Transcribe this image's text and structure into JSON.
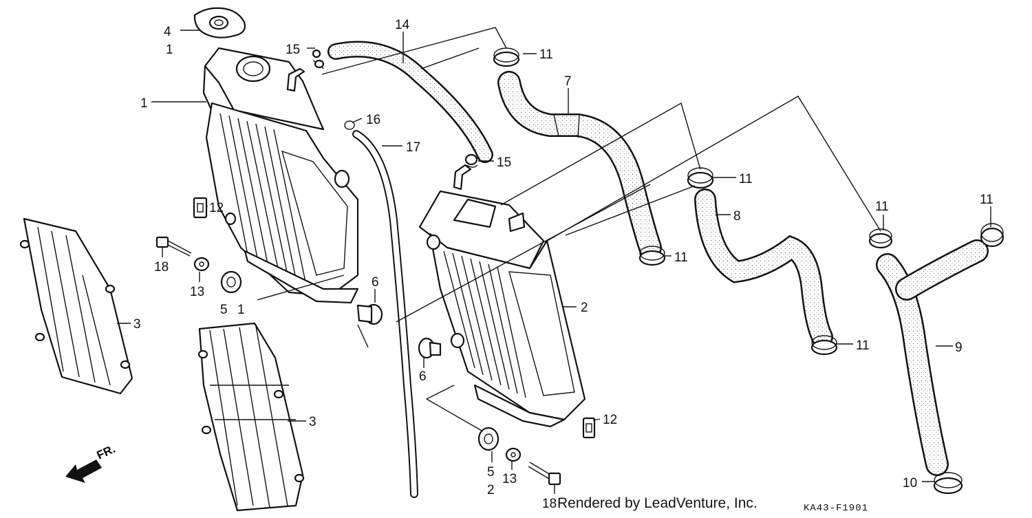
{
  "diagram": {
    "credit": "Rendered by LeadVenture, Inc.",
    "code": "KA43-F1901",
    "front_marker": "FR.",
    "labels": [
      {
        "id": "l4",
        "text": "4"
      },
      {
        "id": "l1a",
        "text": "1"
      },
      {
        "id": "l15a",
        "text": "15"
      },
      {
        "id": "l14",
        "text": "14"
      },
      {
        "id": "l11a",
        "text": "11"
      },
      {
        "id": "l1b",
        "text": "1"
      },
      {
        "id": "l7",
        "text": "7"
      },
      {
        "id": "l16",
        "text": "16"
      },
      {
        "id": "l17",
        "text": "17"
      },
      {
        "id": "l15b",
        "text": "15"
      },
      {
        "id": "l11b",
        "text": "11"
      },
      {
        "id": "l8",
        "text": "8"
      },
      {
        "id": "l11c",
        "text": "11"
      },
      {
        "id": "l11d",
        "text": "11"
      },
      {
        "id": "l12a",
        "text": "12"
      },
      {
        "id": "l18a",
        "text": "18"
      },
      {
        "id": "l13a",
        "text": "13"
      },
      {
        "id": "l5a",
        "text": "5"
      },
      {
        "id": "l1c",
        "text": "1"
      },
      {
        "id": "l6a",
        "text": "6"
      },
      {
        "id": "l11e",
        "text": "11"
      },
      {
        "id": "l2a",
        "text": "2"
      },
      {
        "id": "l3a",
        "text": "3"
      },
      {
        "id": "l11f",
        "text": "11"
      },
      {
        "id": "l9",
        "text": "9"
      },
      {
        "id": "l6b",
        "text": "6"
      },
      {
        "id": "l3b",
        "text": "3"
      },
      {
        "id": "l12b",
        "text": "12"
      },
      {
        "id": "l5b",
        "text": "5"
      },
      {
        "id": "l13b",
        "text": "13"
      },
      {
        "id": "l2b",
        "text": "2"
      },
      {
        "id": "l18b",
        "text": "18"
      },
      {
        "id": "l10",
        "text": "10"
      }
    ]
  }
}
